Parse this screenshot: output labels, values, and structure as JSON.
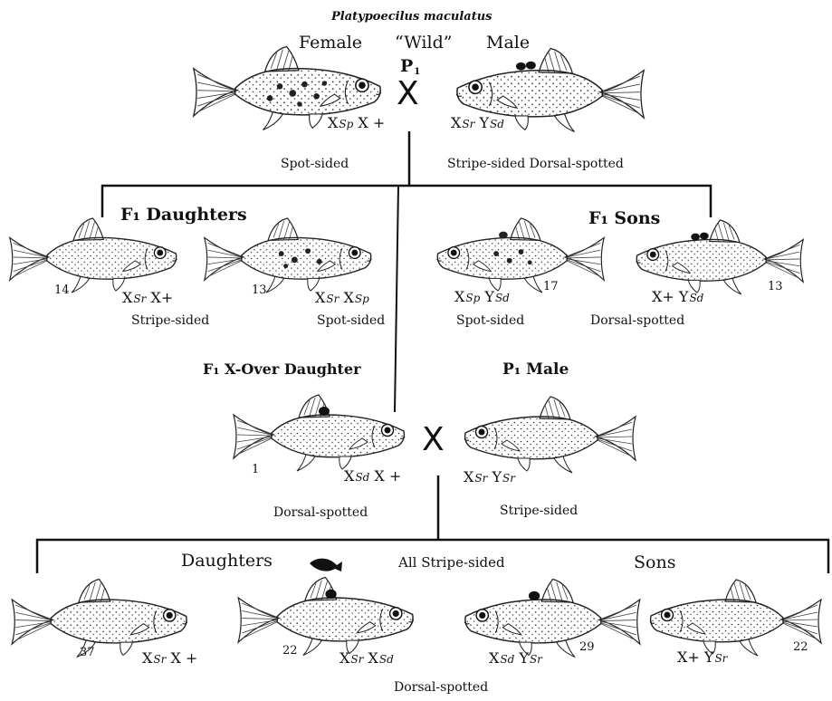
{
  "title": "Platypoecilus maculatus",
  "p1": {
    "female_label": "Female",
    "wild_label": "“Wild”",
    "male_label": "Male",
    "generation": "P",
    "generation_sub": "1",
    "cross": "X",
    "female": {
      "genotype": {
        "a": "X",
        "a_sub": "Sp",
        "b": "X +",
        "b_sub": ""
      },
      "phenotype": "Spot-sided"
    },
    "male": {
      "genotype": {
        "a": "X",
        "a_sub": "Sr",
        "b": "Y",
        "b_sub": "Sd"
      },
      "phenotype": "Stripe-sided Dorsal-spotted"
    }
  },
  "f1": {
    "daughters_label": "F₁ Daughters",
    "sons_label": "F₁ Sons",
    "fish": [
      {
        "count": "14",
        "genotype": {
          "a": "X",
          "a_sub": "Sr",
          "b": "X+",
          "b_sub": ""
        },
        "phenotype": "Stripe-sided"
      },
      {
        "count": "13",
        "genotype": {
          "a": "X",
          "a_sub": "Sr",
          "b": "X",
          "b_sub": "Sp"
        },
        "phenotype": "Spot-sided"
      },
      {
        "count": "17",
        "genotype": {
          "a": "X",
          "a_sub": "Sp",
          "b": "Y",
          "b_sub": "Sd"
        },
        "phenotype": "Spot-sided"
      },
      {
        "count": "13",
        "genotype": {
          "a": "X",
          "a_sub": "+",
          "b": "Y",
          "b_sub": "Sd"
        },
        "phenotype": "Dorsal-spotted"
      }
    ]
  },
  "backcross": {
    "xover_label": "F₁ X-Over  Daughter",
    "p1male_label": "P₁  Male",
    "cross": "X",
    "daughter": {
      "count": "1",
      "genotype": {
        "a": "X",
        "a_sub": "Sd",
        "b": "X +",
        "b_sub": ""
      },
      "phenotype": "Dorsal-spotted"
    },
    "male": {
      "genotype": {
        "a": "X",
        "a_sub": "Sr",
        "b": "Y",
        "b_sub": "Sr"
      },
      "phenotype": "Stripe-sided"
    }
  },
  "f2": {
    "daughters_label": "Daughters",
    "all_label": "All  Stripe-sided",
    "sons_label": "Sons",
    "bottom_label": "Dorsal-spotted",
    "fish": [
      {
        "count": "37",
        "genotype": {
          "a": "X",
          "a_sub": "Sr",
          "b": "X +",
          "b_sub": ""
        }
      },
      {
        "count": "22",
        "genotype": {
          "a": "X",
          "a_sub": "Sr",
          "b": "X",
          "b_sub": "Sd"
        }
      },
      {
        "count": "29",
        "genotype": {
          "a": "X",
          "a_sub": "Sd",
          "b": "Y",
          "b_sub": "Sr"
        }
      },
      {
        "count": "22",
        "genotype": {
          "a": "X",
          "a_sub": "+",
          "b": "Y",
          "b_sub": "Sr"
        }
      }
    ]
  }
}
